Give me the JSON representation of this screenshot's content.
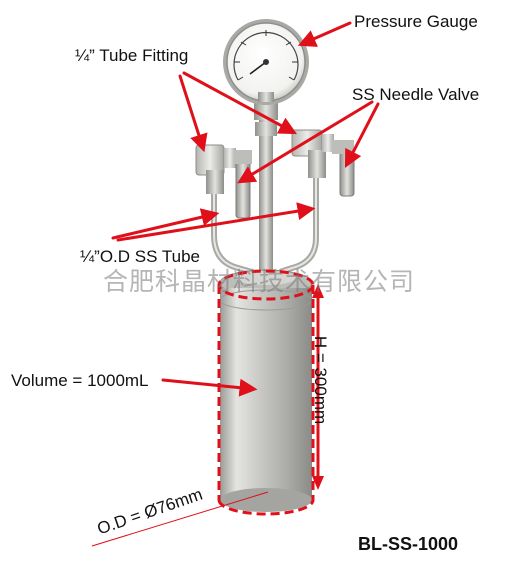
{
  "labels": {
    "pressure_gauge": "Pressure Gauge",
    "tube_fitting": "¼” Tube Fitting",
    "needle_valve": "SS Needle Valve",
    "ss_tube": "¼”O.D SS Tube",
    "volume": "Volume = 1000mL",
    "height": "H = 300mm",
    "outer_diameter": "O.D = Ø76mm",
    "model": "BL-SS-1000"
  },
  "watermark": "合肥科晶材料技术有限公司",
  "colors": {
    "arrow": "#e0101a",
    "cylinder": "#c9c9c6",
    "steel": "#b8b8b4"
  }
}
